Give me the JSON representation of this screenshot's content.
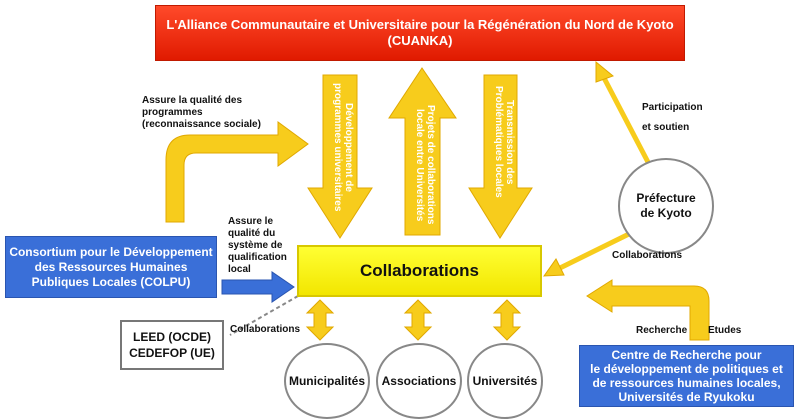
{
  "title_box": {
    "line1": "L'Alliance Communautaire et Universitaire pour la Régénération du Nord de Kyoto",
    "line2": "(CUANKA)"
  },
  "center_box": "Collaborations",
  "colpu": {
    "line1": "Consortium pour le Développement",
    "line2": "des Ressources Humaines",
    "line3": "Publiques Locales (COLPU)"
  },
  "ryukoku": {
    "line1": "Centre de Recherche pour",
    "line2": "le développement de politiques et",
    "line3": "de ressources humaines locales,",
    "line4": "Universités de Ryukoku"
  },
  "leed": {
    "line1": "LEED (OCDE)",
    "line2": "CEDEFOP (UE)"
  },
  "prefecture": {
    "line1": "Préfecture",
    "line2": "de Kyoto"
  },
  "circles": {
    "muni": "Municipalités",
    "assoc": "Associations",
    "univ": "Universités"
  },
  "vertical_labels": {
    "dev": "Développement de programmes universitaires",
    "projets": "Projets de collaborations locale entre Universités",
    "transmission": "Transmission des Problématiques locales"
  },
  "labels": {
    "assure_quality": {
      "line1": "Assure la qualité des",
      "line2": "programmes",
      "line3": "(reconnaissance sociale)"
    },
    "assure_system": {
      "line1": "Assure le",
      "line2": "qualité du",
      "line3": "système de",
      "line4": "qualification",
      "line5": "local"
    },
    "participation": {
      "line1": "Participation",
      "line2": "et soutien"
    },
    "collab_right": "Collaborations",
    "collab_left": "Collaborations",
    "recherche": "Recherche",
    "etudes": "Etudes"
  },
  "colors": {
    "arrow": "#f7cc1c",
    "arrow_stroke": "#e0a800",
    "blue_box": "#3a6fd8",
    "red_box": "#e8280a"
  }
}
